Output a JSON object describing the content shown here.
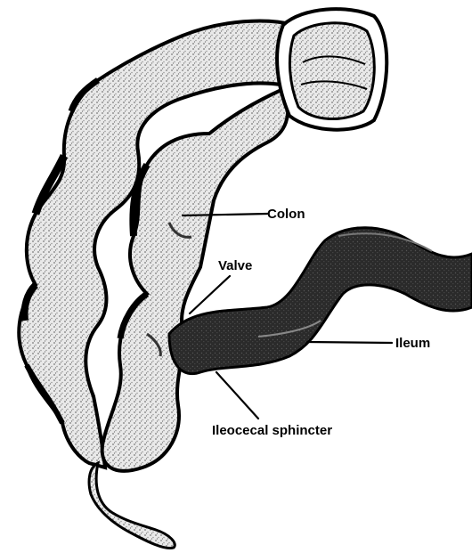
{
  "labels": {
    "colon": "Colon",
    "valve": "Valve",
    "ileum": "Ileum",
    "sphincter": "Ileocecal sphincter"
  },
  "colors": {
    "ink": "#000000",
    "lumen_texture": "#cfcfcf",
    "ileum_fill": "#2b2b2b",
    "background": "#ffffff"
  }
}
